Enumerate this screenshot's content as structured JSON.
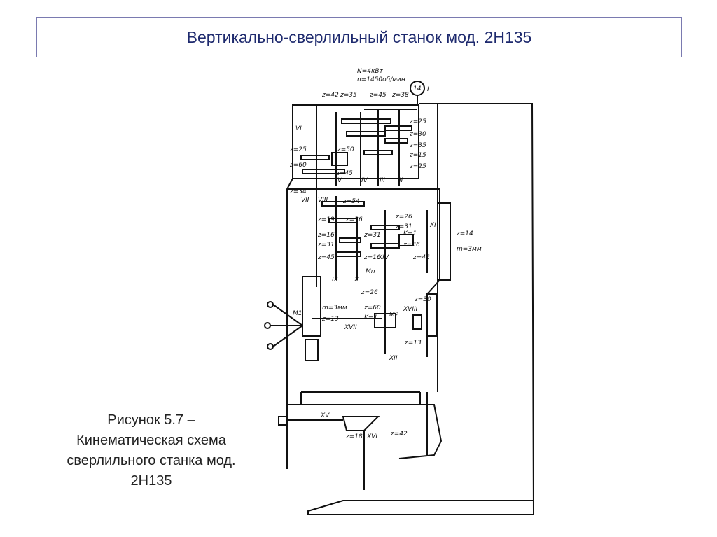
{
  "slide": {
    "title": "Вертикально-сверлильный станок мод. 2Н135",
    "caption_lines": [
      "Рисунок 5.7 –",
      "Кинематическая схема",
      "сверлильного станка мод.",
      "2Н135"
    ]
  },
  "diagram": {
    "motor": {
      "power": "N=4кВт",
      "speed": "n=1450об/мин",
      "number": "14",
      "shaft": "I"
    },
    "gear_labels": [
      "z=42",
      "z=35",
      "z=45",
      "z=38",
      "z=25",
      "z=30",
      "z=35",
      "z=15",
      "z=25",
      "z=50",
      "z=25",
      "z=60",
      "z=45",
      "z=34",
      "z=54",
      "z=19",
      "z=36",
      "z=16",
      "z=31",
      "z=45",
      "z=26",
      "z=31",
      "z=31",
      "K=1",
      "z=36",
      "z=16",
      "z=46",
      "z=14",
      "m=3мм",
      "Mп",
      "z=26",
      "m=3мм",
      "z=13",
      "z=60",
      "K=1",
      "z=30",
      "z=13",
      "M1",
      "M2",
      "z=18",
      "z=42"
    ],
    "shaft_labels": [
      "VI",
      "V",
      "IV",
      "III",
      "II",
      "VII",
      "VIII",
      "IX",
      "X",
      "XIV",
      "XI",
      "XVII",
      "XVIII",
      "XII",
      "XV",
      "XVI"
    ]
  },
  "colors": {
    "title_text": "#1e2a6e",
    "title_border": "#7a7ab0",
    "ink": "#111111"
  }
}
